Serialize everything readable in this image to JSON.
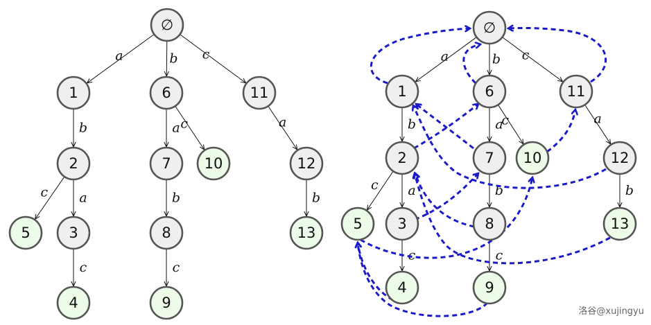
{
  "colors": {
    "inner_fill": "#efefef",
    "inner_stroke": "#5a5a5a",
    "leaf_fill": "#edfbe9",
    "leaf_stroke": "#6bdb5e",
    "edge": "#111111",
    "link": "#1a1ac8"
  },
  "watermark": "洛谷@xujingyu",
  "diagrams": [
    {
      "nodes": [
        {
          "id": "root",
          "label": "∅",
          "kind": "inner"
        },
        {
          "id": "1",
          "label": "1",
          "kind": "inner"
        },
        {
          "id": "6",
          "label": "6",
          "kind": "inner"
        },
        {
          "id": "11",
          "label": "11",
          "kind": "inner"
        },
        {
          "id": "2",
          "label": "2",
          "kind": "inner"
        },
        {
          "id": "7",
          "label": "7",
          "kind": "inner"
        },
        {
          "id": "10",
          "label": "10",
          "kind": "leaf"
        },
        {
          "id": "12",
          "label": "12",
          "kind": "inner"
        },
        {
          "id": "5",
          "label": "5",
          "kind": "leaf"
        },
        {
          "id": "3",
          "label": "3",
          "kind": "inner"
        },
        {
          "id": "8",
          "label": "8",
          "kind": "inner"
        },
        {
          "id": "13",
          "label": "13",
          "kind": "leaf"
        },
        {
          "id": "4",
          "label": "4",
          "kind": "leaf"
        },
        {
          "id": "9",
          "label": "9",
          "kind": "leaf"
        }
      ],
      "edges": [
        {
          "from": "root",
          "to": "1",
          "label": "a"
        },
        {
          "from": "root",
          "to": "6",
          "label": "b"
        },
        {
          "from": "root",
          "to": "11",
          "label": "c"
        },
        {
          "from": "1",
          "to": "2",
          "label": "b"
        },
        {
          "from": "6",
          "to": "7",
          "label": "a"
        },
        {
          "from": "6",
          "to": "10",
          "label": "c"
        },
        {
          "from": "11",
          "to": "12",
          "label": "a"
        },
        {
          "from": "2",
          "to": "5",
          "label": "c"
        },
        {
          "from": "2",
          "to": "3",
          "label": "a"
        },
        {
          "from": "7",
          "to": "8",
          "label": "b"
        },
        {
          "from": "12",
          "to": "13",
          "label": "b"
        },
        {
          "from": "3",
          "to": "4",
          "label": "c"
        },
        {
          "from": "8",
          "to": "9",
          "label": "c"
        }
      ],
      "fail_links": []
    },
    {
      "nodes": [
        {
          "id": "root",
          "label": "∅",
          "kind": "inner"
        },
        {
          "id": "1",
          "label": "1",
          "kind": "inner"
        },
        {
          "id": "6",
          "label": "6",
          "kind": "inner"
        },
        {
          "id": "11",
          "label": "11",
          "kind": "inner"
        },
        {
          "id": "2",
          "label": "2",
          "kind": "inner"
        },
        {
          "id": "7",
          "label": "7",
          "kind": "inner"
        },
        {
          "id": "10",
          "label": "10",
          "kind": "leaf"
        },
        {
          "id": "12",
          "label": "12",
          "kind": "inner"
        },
        {
          "id": "5",
          "label": "5",
          "kind": "leaf"
        },
        {
          "id": "3",
          "label": "3",
          "kind": "inner"
        },
        {
          "id": "8",
          "label": "8",
          "kind": "inner"
        },
        {
          "id": "13",
          "label": "13",
          "kind": "leaf"
        },
        {
          "id": "4",
          "label": "4",
          "kind": "leaf"
        },
        {
          "id": "9",
          "label": "9",
          "kind": "leaf"
        }
      ],
      "edges": [
        {
          "from": "root",
          "to": "1",
          "label": "a"
        },
        {
          "from": "root",
          "to": "6",
          "label": "b"
        },
        {
          "from": "root",
          "to": "11",
          "label": "c"
        },
        {
          "from": "1",
          "to": "2",
          "label": "b"
        },
        {
          "from": "6",
          "to": "7",
          "label": "a"
        },
        {
          "from": "6",
          "to": "10",
          "label": "c"
        },
        {
          "from": "11",
          "to": "12",
          "label": "a"
        },
        {
          "from": "2",
          "to": "5",
          "label": "c"
        },
        {
          "from": "2",
          "to": "3",
          "label": "a"
        },
        {
          "from": "7",
          "to": "8",
          "label": "b"
        },
        {
          "from": "12",
          "to": "13",
          "label": "b"
        },
        {
          "from": "3",
          "to": "4",
          "label": "c"
        },
        {
          "from": "8",
          "to": "9",
          "label": "c"
        }
      ],
      "fail_links": [
        {
          "from": "1",
          "to": "root"
        },
        {
          "from": "6",
          "to": "root"
        },
        {
          "from": "11",
          "to": "root"
        },
        {
          "from": "2",
          "to": "6"
        },
        {
          "from": "7",
          "to": "1"
        },
        {
          "from": "10",
          "to": "11"
        },
        {
          "from": "12",
          "to": "1"
        },
        {
          "from": "3",
          "to": "7"
        },
        {
          "from": "8",
          "to": "2"
        },
        {
          "from": "5",
          "to": "10"
        },
        {
          "from": "13",
          "to": "2"
        },
        {
          "from": "4",
          "to": "5"
        },
        {
          "from": "9",
          "to": "5"
        }
      ]
    }
  ]
}
